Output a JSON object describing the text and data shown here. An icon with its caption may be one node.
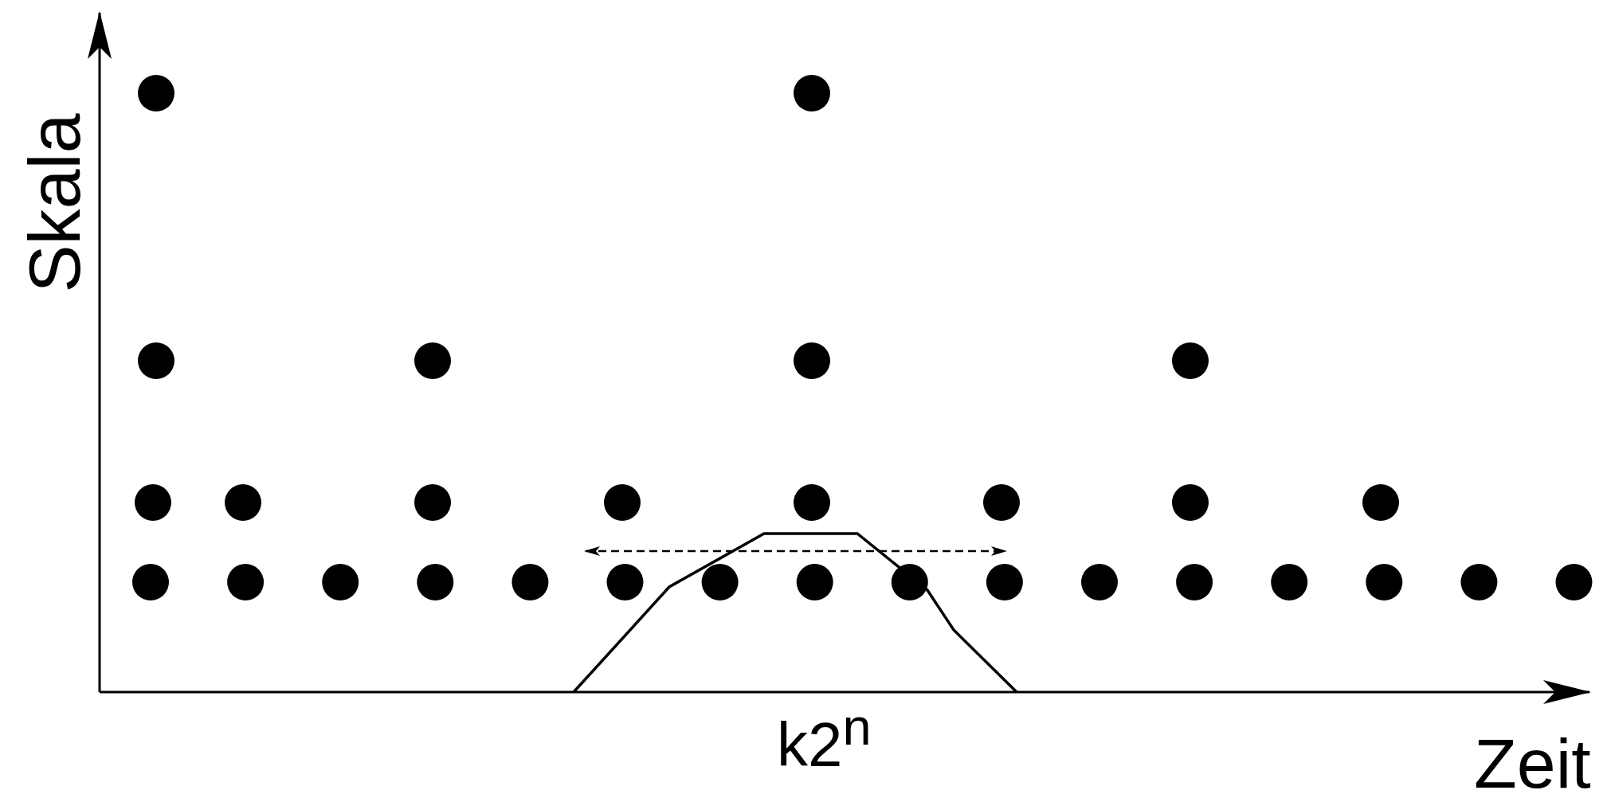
{
  "diagram": {
    "labels": [
      "Skala",
      "Zeit",
      "k2$^{n}$"
    ]
  }
}
